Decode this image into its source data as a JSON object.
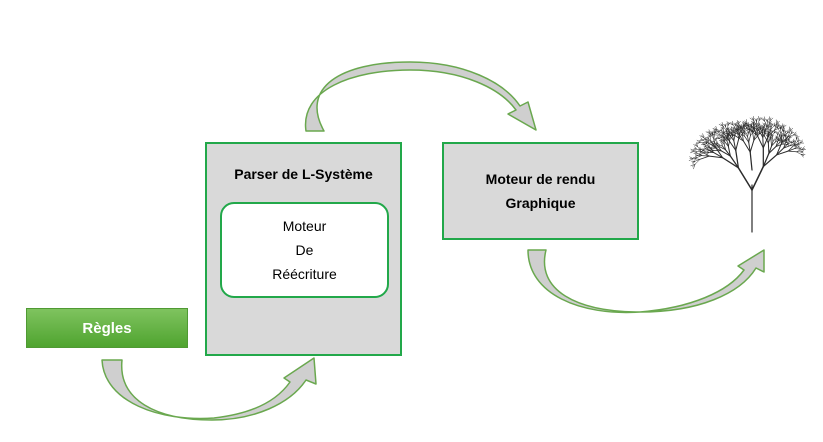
{
  "nodes": {
    "regles": "Règles",
    "parser_title": "Parser de L-Système",
    "rewriting": [
      "Moteur",
      "De",
      "Réécriture"
    ],
    "render": [
      "Moteur de rendu",
      "Graphique"
    ]
  },
  "colors": {
    "box_border": "#22a84a",
    "box_fill": "#d9d9d9",
    "regles_fill": "#66b446",
    "arrow_fill": "#cfcfcf",
    "arrow_stroke": "#6aa84f",
    "tree": "#2b2b2b"
  },
  "icons": [
    "curved-arrow-icon",
    "fractal-tree-icon"
  ]
}
